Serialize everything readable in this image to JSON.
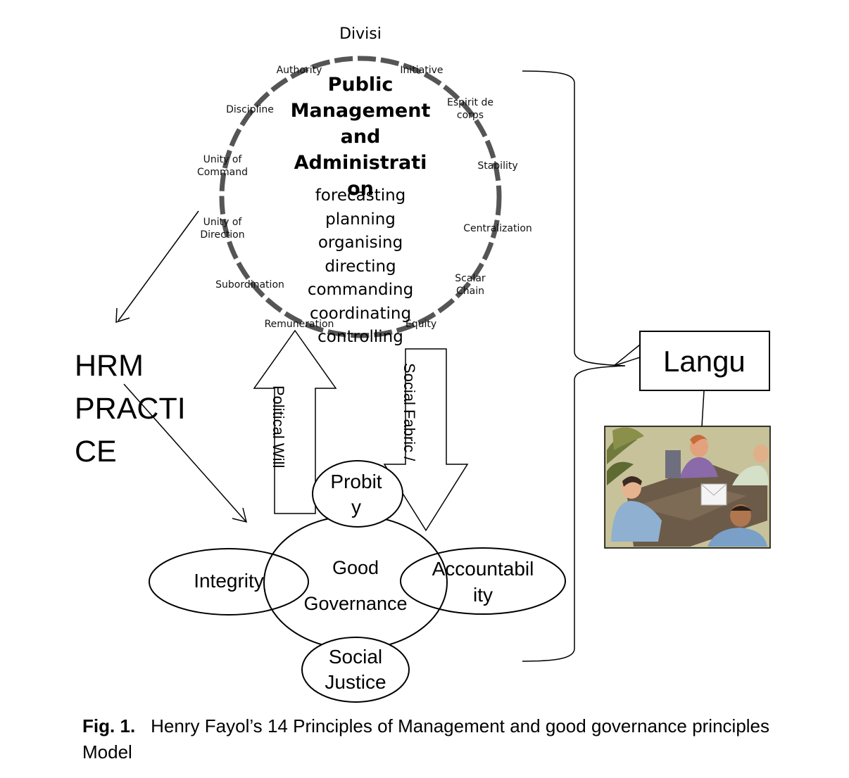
{
  "center": {
    "top_label": "Divisi",
    "title": "Public\nManagement\nand\nAdministrati\non",
    "functions": "forecasting\nplanning\norganising\ndirecting\ncommanding\ncoordinating\ncontrolling"
  },
  "principles": {
    "authority": "Authority",
    "initiative": "Initiative",
    "discipline": "Discipline",
    "esprit": "Espirit de\ncorps",
    "unity_command": "Unity of\nCommand",
    "stability": "Stability",
    "unity_direction": "Unity of\nDirection",
    "centralization": "Centralization",
    "subordination": "Subordination",
    "scalar": "Scalar\nChain",
    "remuneration": "Remuneration",
    "equity": "Equity"
  },
  "hrm": "HRM\nPRACTI\nCE",
  "arrows": {
    "up_label": "Political Will",
    "down_label": "Social Fabric /"
  },
  "governance": {
    "center": "Good\nGovernance",
    "probity": "Probit\ny",
    "integrity": "Integrity",
    "accountability": "Accountabil\nity",
    "social_justice": "Social\nJustice"
  },
  "callout": {
    "text": "Langu"
  },
  "caption": {
    "label": "Fig. 1.",
    "text": "Henry Fayol’s 14 Principles of Management and good governance principles Model"
  }
}
